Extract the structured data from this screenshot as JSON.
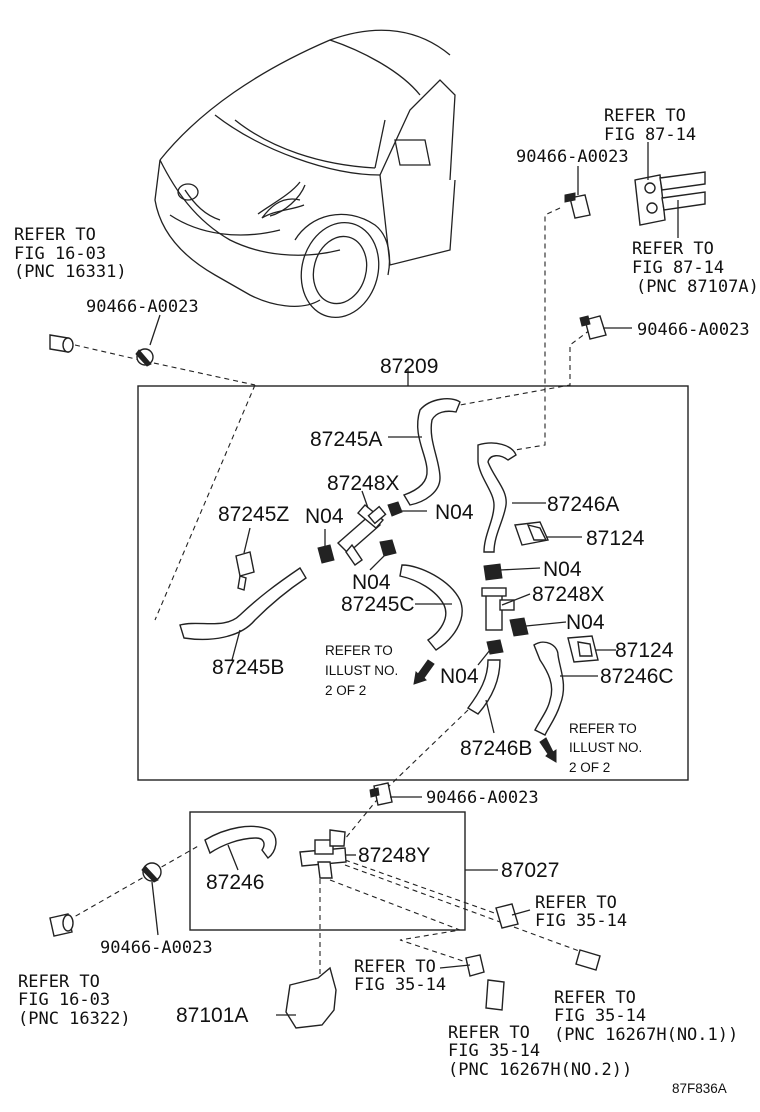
{
  "labels": {
    "refer_87_14_top_a": "REFER TO",
    "refer_87_14_top_b": "FIG 87-14",
    "clip_top": "90466-A0023",
    "refer_87_14_b_a": "REFER TO",
    "refer_87_14_b_b": "FIG 87-14",
    "refer_87_14_b_c": "(PNC 87107A)",
    "clip_right": "90466-A0023",
    "refer_16_03_top_a": "REFER TO",
    "refer_16_03_top_b": "FIG 16-03",
    "refer_16_03_top_c": "(PNC 16331)",
    "clip_left": "90466-A0023",
    "assy_87209": "87209",
    "hose_87245A": "87245A",
    "valve_87248X_top": "87248X",
    "clamp_N04_a": "N04",
    "clamp_N04_b": "N04",
    "clip_87245Z": "87245Z",
    "clamp_N04_c": "N04",
    "hose_87245C": "87245C",
    "hose_87245B": "87245B",
    "hose_87246A": "87246A",
    "clip_87124_a": "87124",
    "clamp_N04_d": "N04",
    "valve_87248X_mid": "87248X",
    "clamp_N04_e": "N04",
    "clip_87124_b": "87124",
    "hose_87246C": "87246C",
    "clamp_N04_f": "N04",
    "hose_87246B": "87246B",
    "illust_left_a": "REFER TO",
    "illust_left_b": "ILLUST NO.",
    "illust_left_c": "2 OF 2",
    "illust_right_a": "REFER TO",
    "illust_right_b": "ILLUST NO.",
    "illust_right_c": "2 OF 2",
    "clip_mid": "90466-A0023",
    "valve_87248Y": "87248Y",
    "assy_87027": "87027",
    "hose_87246": "87246",
    "clip_lower_left": "90466-A0023",
    "refer_35_14_a_a": "REFER TO",
    "refer_35_14_a_b": "FIG 35-14",
    "refer_16_03_bot_a": "REFER TO",
    "refer_16_03_bot_b": "FIG 16-03",
    "refer_16_03_bot_c": "(PNC 16322)",
    "refer_35_14_b_a": "REFER TO",
    "refer_35_14_b_b": "FIG 35-14",
    "bracket_87101A": "87101A",
    "refer_35_14_c_a": "REFER TO",
    "refer_35_14_c_b": "FIG 35-14",
    "refer_35_14_c_c": "(PNC 16267H(NO.1))",
    "refer_35_14_d_a": "REFER TO",
    "refer_35_14_d_b": "FIG 35-14",
    "refer_35_14_d_c": "(PNC 16267H(NO.2))",
    "diagram_code": "87F836A"
  }
}
